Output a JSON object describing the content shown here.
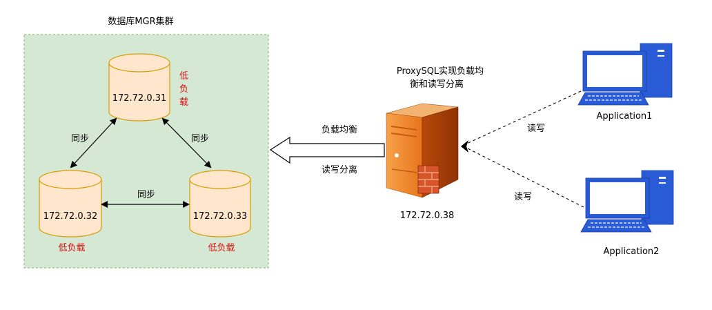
{
  "cluster": {
    "title": "数据库MGR集群",
    "fill": "#d5e8d4",
    "border": "#82b366"
  },
  "db_nodes": [
    {
      "ip": "172.72.0.31",
      "load": "低负载"
    },
    {
      "ip": "172.72.0.32",
      "load": "低负载"
    },
    {
      "ip": "172.72.0.33",
      "load": "低负载"
    }
  ],
  "db_fill": "#ffe6cc",
  "db_border": "#d79b00",
  "load_color": "#e01010",
  "sync_labels": {
    "left": "同步",
    "right": "同步",
    "bottom": "同步"
  },
  "proxy": {
    "title_line1": "ProxySQL实现负载均",
    "title_line2": "衡和读写分离",
    "ip": "172.72.0.38",
    "icon": "server-firewall-icon"
  },
  "proxy_arrow": {
    "label_top": "负载均衡",
    "label_bottom": "读写分离"
  },
  "applications": [
    {
      "name": "Application1",
      "edge_label": "读写",
      "icon": "desktop-computer-icon"
    },
    {
      "name": "Application2",
      "edge_label": "读写",
      "icon": "desktop-computer-icon"
    }
  ],
  "computer_color": "#2a5bd7"
}
